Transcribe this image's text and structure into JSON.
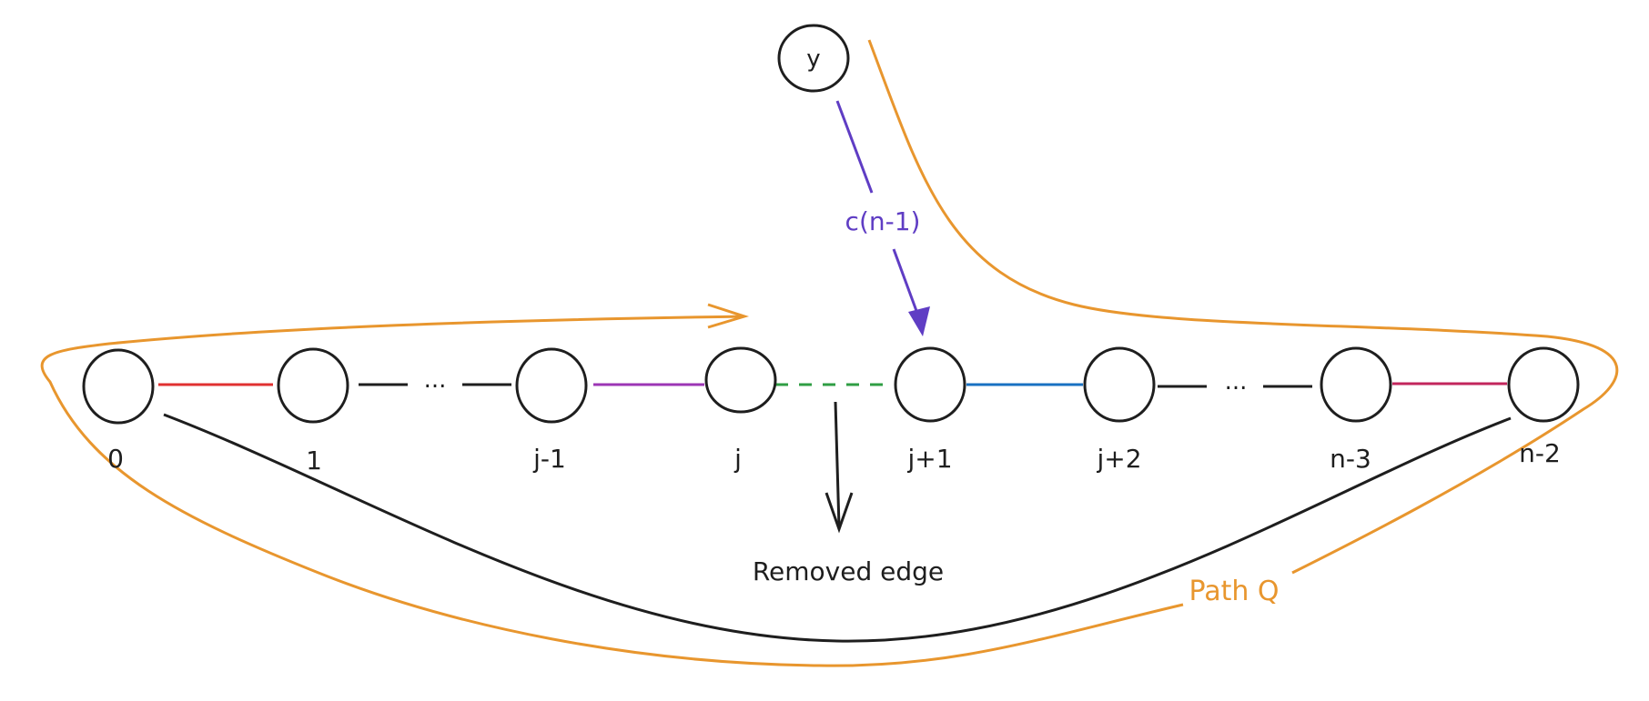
{
  "nodes": {
    "n0": "0",
    "n1": "1",
    "njm1": "j-1",
    "nj": "j",
    "njp1": "j+1",
    "njp2": "j+2",
    "nnm3": "n-3",
    "nnm2": "n-2",
    "ny": "y"
  },
  "ellipsis": "...",
  "edge_label_y": "c(n-1)",
  "removed_label": "Removed edge",
  "path_label": "Path Q",
  "colors": {
    "stroke": "#1e1e1e",
    "red": "#e03131",
    "purple": "#9c36b5",
    "green": "#2f9e44",
    "blue": "#1971c2",
    "crimson": "#c2255c",
    "violet": "#5f3dc4",
    "orange": "#e8962e"
  }
}
